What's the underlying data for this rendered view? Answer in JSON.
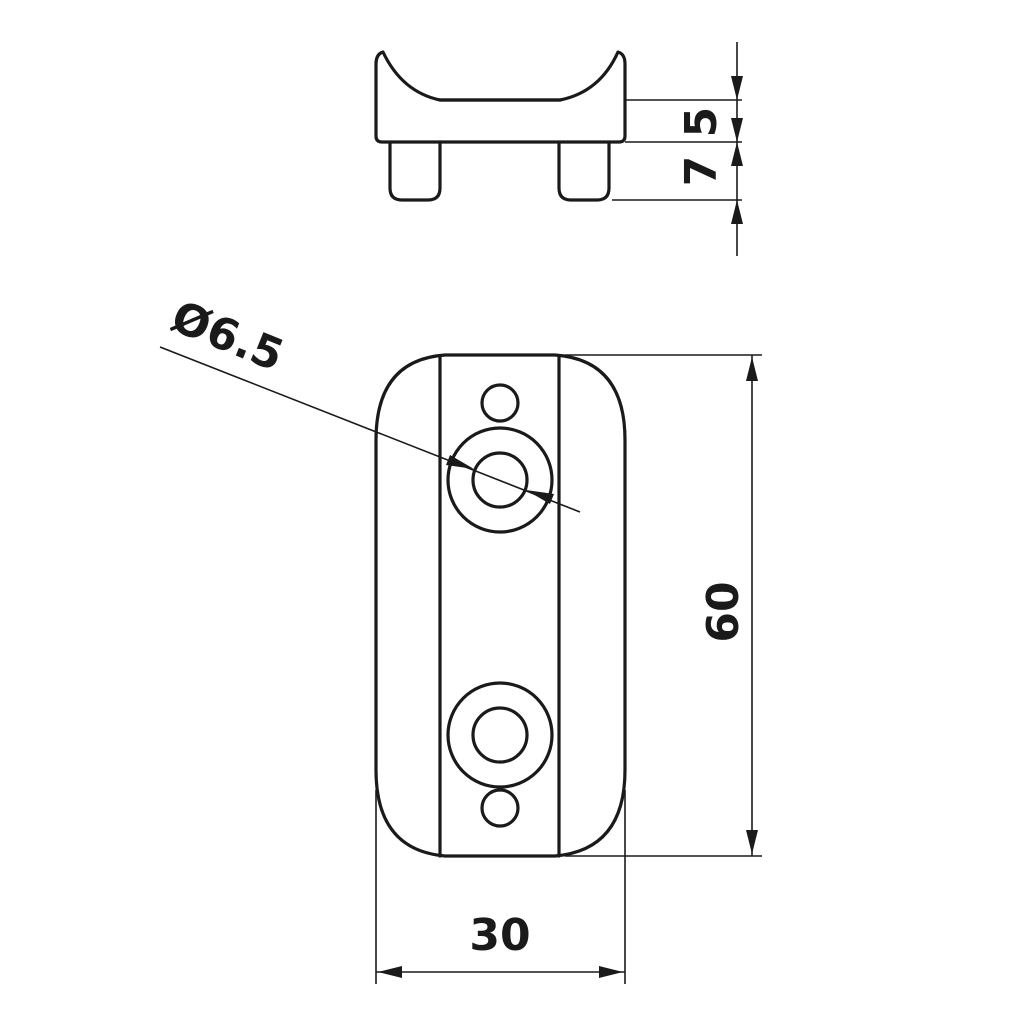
{
  "dimensions": {
    "side_height_top": "5",
    "side_height_bottom": "7",
    "diameter": "Ø6.5",
    "length": "60",
    "width": "30"
  }
}
